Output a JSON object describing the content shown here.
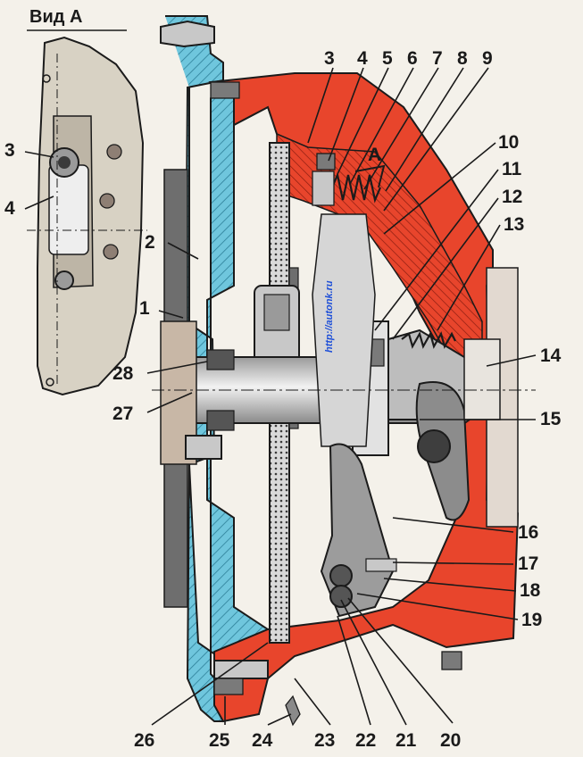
{
  "view_title": "Вид А",
  "section_marker": "А",
  "watermark": "http://autonk.ru",
  "colors": {
    "housing_blue": "#6fc6dd",
    "cover_red": "#e8452c",
    "steel_gray": "#c8c8c8",
    "dark_gray": "#6e6e6e",
    "outline": "#1b1b1b",
    "paper": "#f4f1ea"
  },
  "callouts": [
    "1",
    "2",
    "3",
    "4",
    "5",
    "6",
    "7",
    "8",
    "9",
    "10",
    "11",
    "12",
    "13",
    "14",
    "15",
    "16",
    "17",
    "18",
    "19",
    "20",
    "21",
    "22",
    "23",
    "24",
    "25",
    "26",
    "27",
    "28"
  ],
  "inset_callouts": [
    "3",
    "4"
  ]
}
